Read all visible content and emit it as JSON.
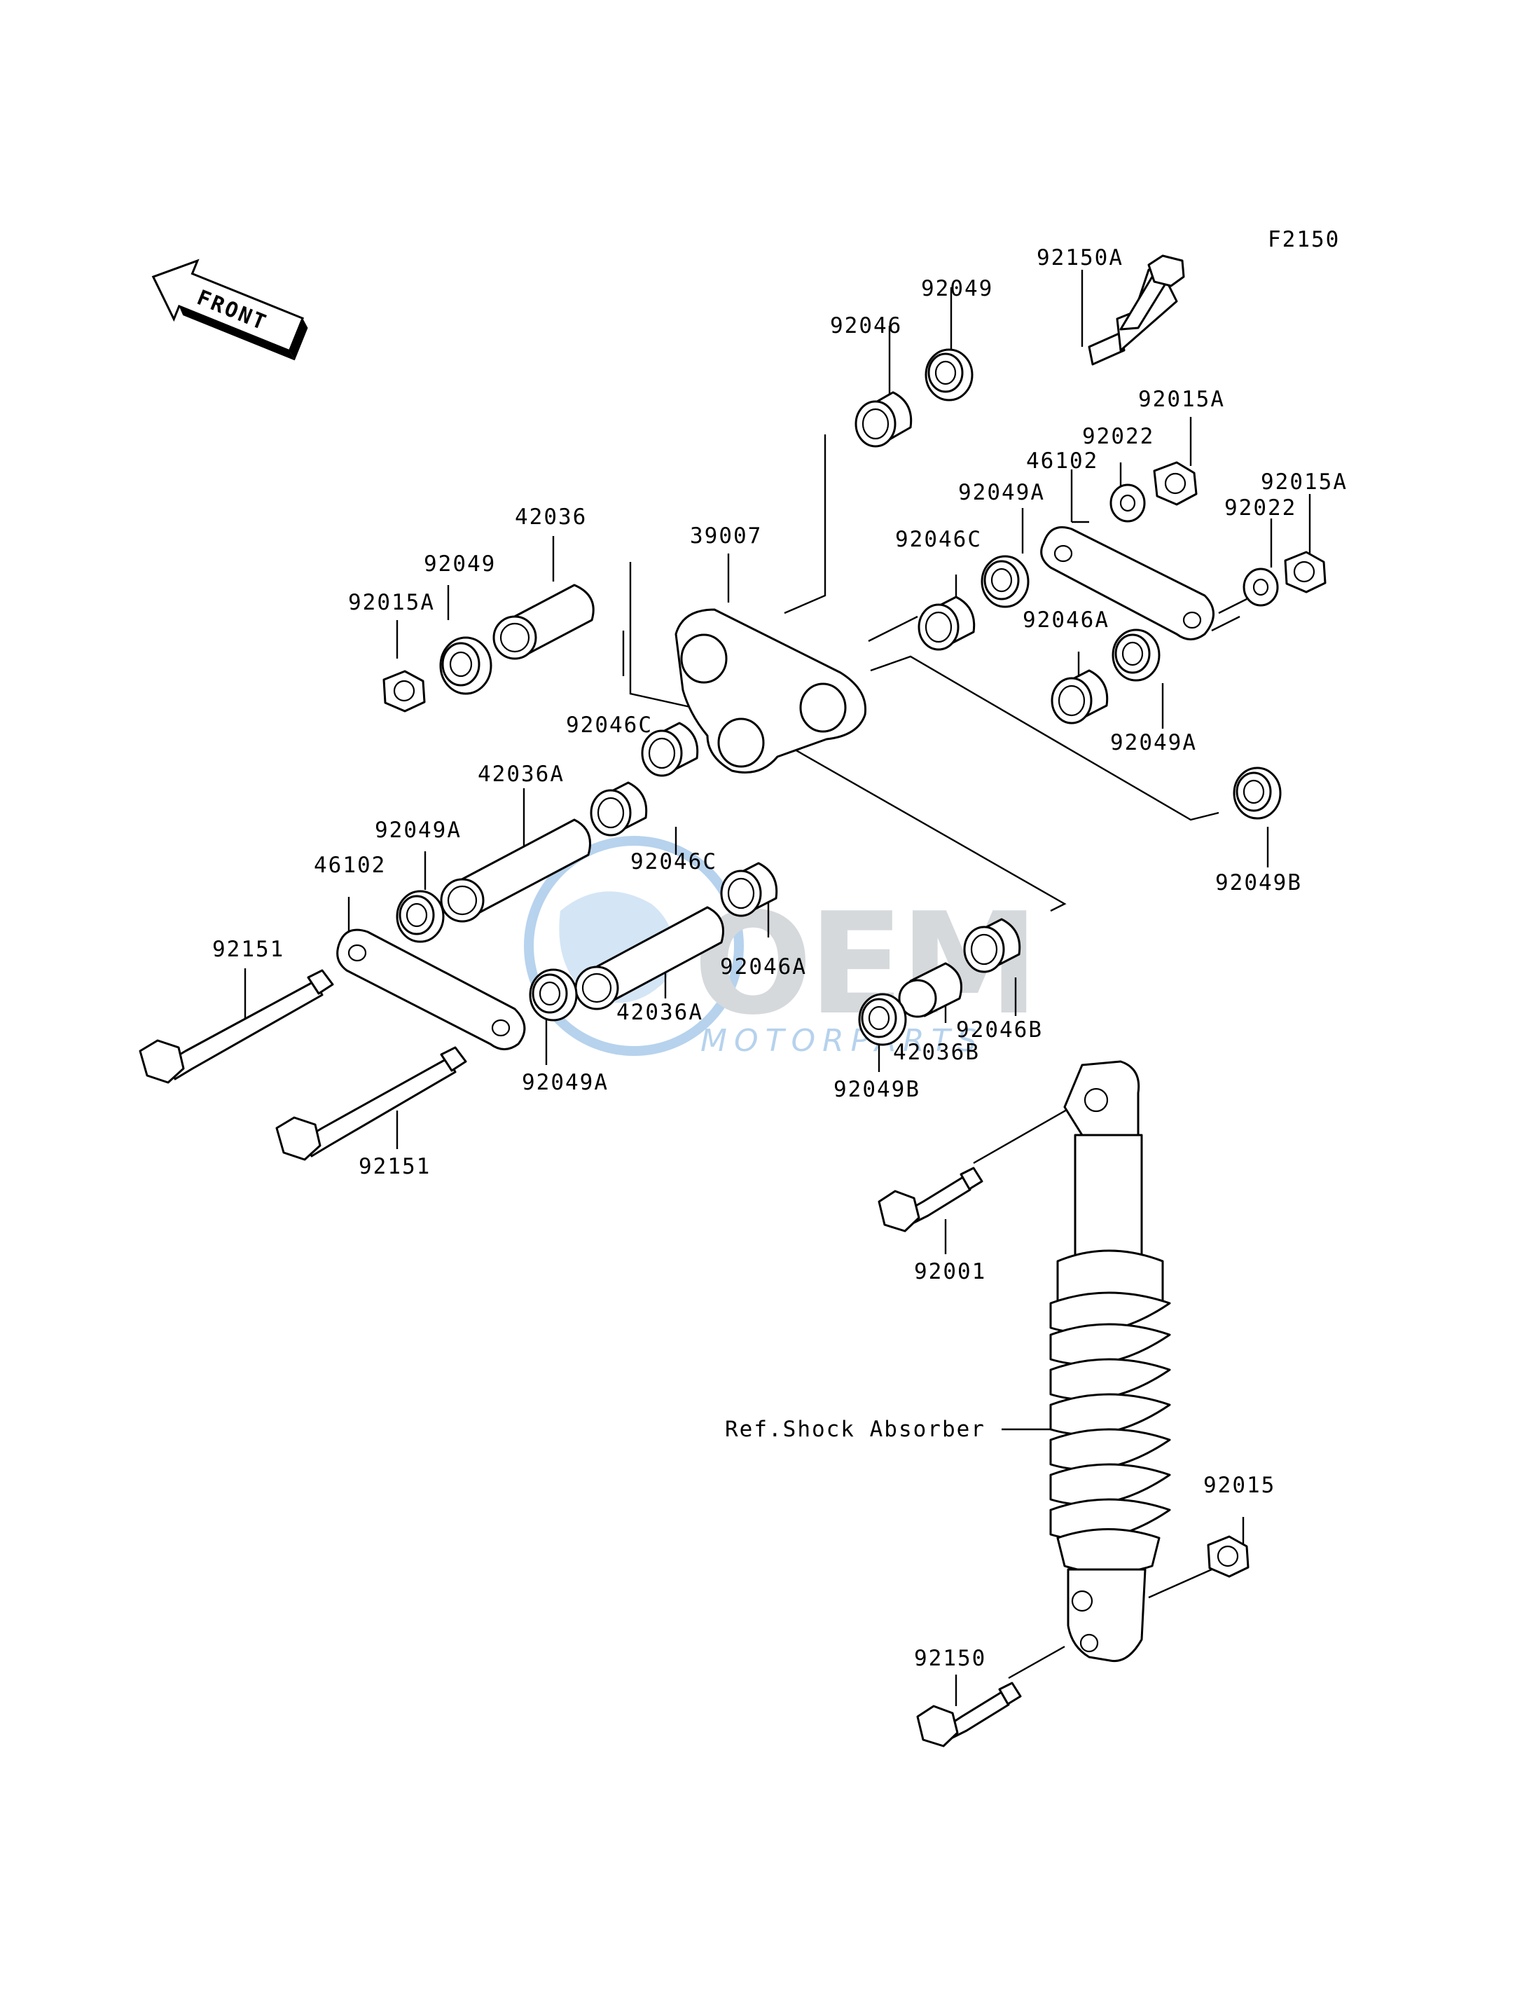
{
  "figure_code": "F2150",
  "direction": {
    "label": "FRONT",
    "icon": "front-arrow-icon"
  },
  "watermark": {
    "brand": "OEM",
    "tagline": "MOTORPARTS",
    "colors": {
      "primary": "#1f77c9",
      "secondary": "#7f8a96"
    }
  },
  "parts": {
    "p92150A": "92150A",
    "p92049_top": "92049",
    "p92046_top": "92046",
    "p92015A_top": "92015A",
    "p92022_top": "92022",
    "p46102_right": "46102",
    "p92049A_right": "92049A",
    "p92015A_right": "92015A",
    "p92022_right": "92022",
    "p42036": "42036",
    "p39007": "39007",
    "p92046C_right": "92046C",
    "p92049_left": "92049",
    "p92015A_left": "92015A",
    "p92046A_right": "92046A",
    "p92049A_right_low": "92049A",
    "p92046C_mid": "92046C",
    "p42036A_top": "42036A",
    "p92049B_right": "92049B",
    "p92049A_left": "92049A",
    "p46102_left": "46102",
    "p92046C_low": "92046C",
    "p92151_top": "92151",
    "p92046A_mid": "92046A",
    "p42036A_low": "42036A",
    "p92046B": "92046B",
    "p42036B": "42036B",
    "p92049A_low": "92049A",
    "p92049B_low": "92049B",
    "p92151_low": "92151",
    "p92001": "92001",
    "ref_shock": "Ref.Shock Absorber",
    "p92015": "92015",
    "p92150": "92150"
  }
}
